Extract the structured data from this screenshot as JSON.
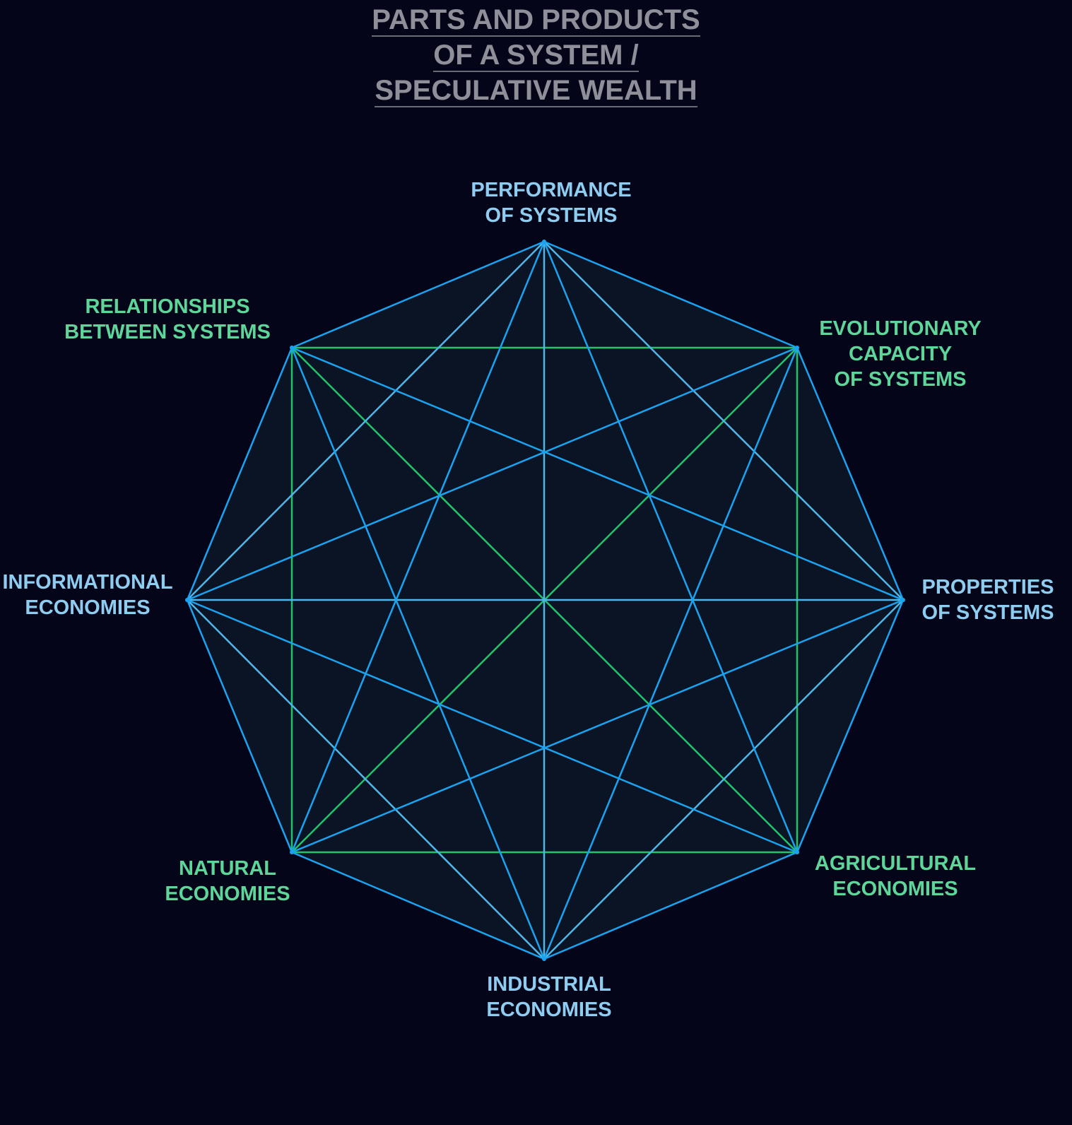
{
  "title": {
    "lines": [
      "PARTS AND PRODUCTS",
      "OF A SYSTEM /",
      "SPECULATIVE WEALTH"
    ]
  },
  "colors": {
    "background": "#05051a",
    "blue": "#1aa3f0",
    "lightBlue": "#52b5e8",
    "green": "#22c46b",
    "labelBlue": "#8fcdf0",
    "labelGreen": "#5ed69a",
    "fill": "#0b1424"
  },
  "nodes": [
    {
      "id": "performance",
      "group": "blue",
      "lines": [
        "PERFORMANCE",
        "OF SYSTEMS"
      ]
    },
    {
      "id": "evolutionary",
      "group": "green",
      "lines": [
        "EVOLUTIONARY",
        "CAPACITY",
        "OF SYSTEMS"
      ]
    },
    {
      "id": "properties",
      "group": "blue",
      "lines": [
        "PROPERTIES",
        "OF SYSTEMS"
      ]
    },
    {
      "id": "agricultural",
      "group": "green",
      "lines": [
        "AGRICULTURAL",
        "ECONOMIES"
      ]
    },
    {
      "id": "industrial",
      "group": "blue",
      "lines": [
        "INDUSTRIAL",
        "ECONOMIES"
      ]
    },
    {
      "id": "natural",
      "group": "green",
      "lines": [
        "NATURAL",
        "ECONOMIES"
      ]
    },
    {
      "id": "informational",
      "group": "blue",
      "lines": [
        "INFORMATIONAL",
        "ECONOMIES"
      ]
    },
    {
      "id": "relationships",
      "group": "green",
      "lines": [
        "RELATIONSHIPS",
        "BETWEEN SYSTEMS"
      ]
    }
  ]
}
